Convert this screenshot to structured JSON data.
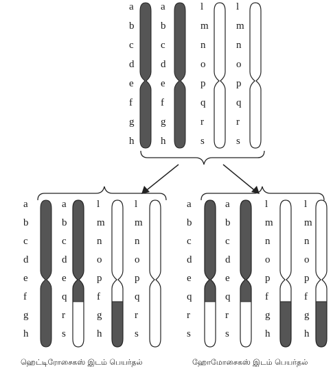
{
  "top_set": {
    "columns": [
      [
        "a",
        "b",
        "c",
        "d",
        "e",
        "f",
        "g",
        "h"
      ],
      [
        "a",
        "b",
        "c",
        "d",
        "e",
        "f",
        "g",
        "h"
      ],
      [
        "l",
        "m",
        "n",
        "o",
        "p",
        "q",
        "r",
        "s"
      ],
      [
        "l",
        "m",
        "n",
        "o",
        "p",
        "q",
        "r",
        "s"
      ]
    ]
  },
  "left_set": {
    "columns": [
      [
        "a",
        "b",
        "c",
        "d",
        "e",
        "f",
        "g",
        "h"
      ],
      [
        "a",
        "b",
        "c",
        "d",
        "e",
        "q",
        "r",
        "s"
      ],
      [
        "l",
        "m",
        "n",
        "o",
        "p",
        "f",
        "g",
        "h"
      ],
      [
        "l",
        "m",
        "n",
        "o",
        "p",
        "q",
        "r",
        "s"
      ]
    ],
    "caption": "ஹெட்டிரோசைகஸ் இடம் பெயர்தல்"
  },
  "right_set": {
    "columns": [
      [
        "a",
        "b",
        "c",
        "d",
        "e",
        "q",
        "r",
        "s"
      ],
      [
        "a",
        "b",
        "c",
        "d",
        "e",
        "q",
        "r",
        "s"
      ],
      [
        "l",
        "m",
        "n",
        "o",
        "p",
        "f",
        "g",
        "h"
      ],
      [
        "l",
        "m",
        "n",
        "o",
        "p",
        "f",
        "g",
        "h"
      ]
    ],
    "caption": "ஹோமோசைகஸ் இடம் பெயர்தல்"
  },
  "colors": {
    "dark": "#555555",
    "light": "#ffffff",
    "outline": "#222222"
  }
}
